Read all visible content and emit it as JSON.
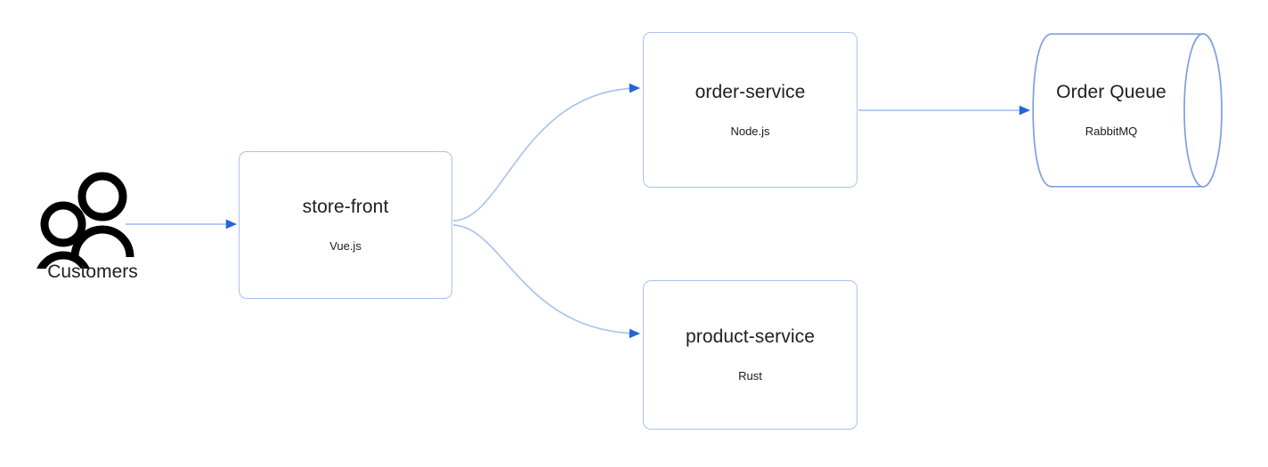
{
  "diagram": {
    "type": "architecture-flow-diagram",
    "background_color": "#ffffff",
    "edge_color": "#aac4ef",
    "arrowhead_color": "#2563d9",
    "node_border_color": "#a9c2ef",
    "node_fill_color": "#ffffff",
    "text_color": "#1f1f1f",
    "actor": {
      "icon": "two-people-icon",
      "label": "Customers"
    },
    "nodes": [
      {
        "id": "store-front",
        "shape": "rounded-rectangle",
        "title": "store-front",
        "subtitle": "Vue.js"
      },
      {
        "id": "order-service",
        "shape": "rounded-rectangle",
        "title": "order-service",
        "subtitle": "Node.js"
      },
      {
        "id": "product-service",
        "shape": "rounded-rectangle",
        "title": "product-service",
        "subtitle": "Rust"
      },
      {
        "id": "order-queue",
        "shape": "cylinder",
        "title": "Order Queue",
        "subtitle": "RabbitMQ"
      }
    ],
    "edges": [
      {
        "id": "customers-to-store-front",
        "from": "Customers",
        "to": "store-front",
        "style": "straight-arrow"
      },
      {
        "id": "store-front-to-order-service",
        "from": "store-front",
        "to": "order-service",
        "style": "curved-arrow"
      },
      {
        "id": "store-front-to-product-service",
        "from": "store-front",
        "to": "product-service",
        "style": "curved-arrow"
      },
      {
        "id": "order-service-to-order-queue",
        "from": "order-service",
        "to": "Order Queue",
        "style": "straight-arrow"
      }
    ]
  }
}
